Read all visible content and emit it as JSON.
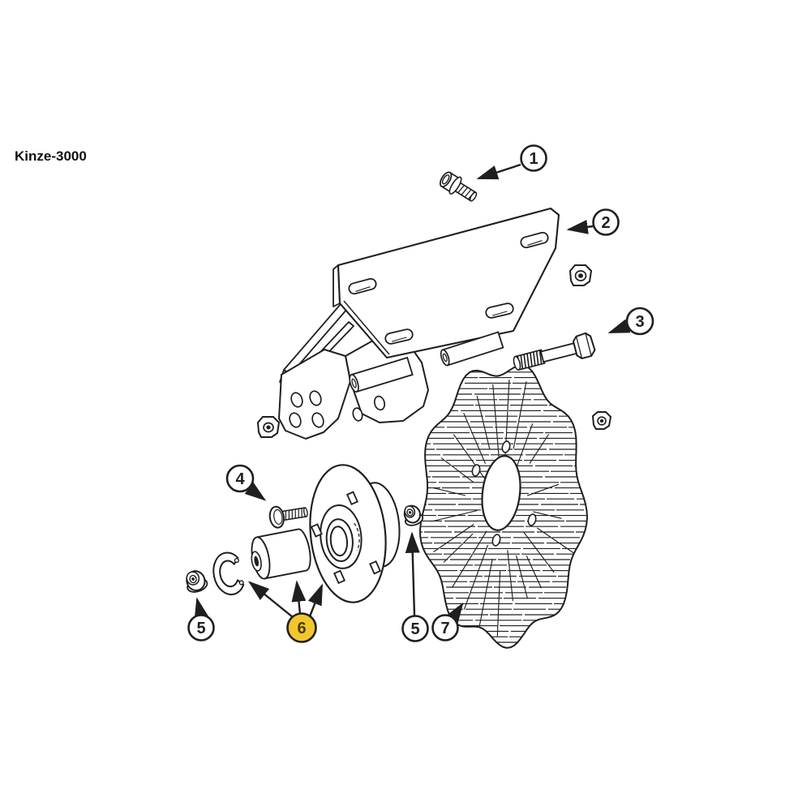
{
  "title": "Kinze-3000",
  "callouts": {
    "c1": {
      "label": "1",
      "highlighted": false
    },
    "c2": {
      "label": "2",
      "highlighted": false
    },
    "c3": {
      "label": "3",
      "highlighted": false
    },
    "c4": {
      "label": "4",
      "highlighted": false
    },
    "c5a": {
      "label": "5",
      "highlighted": false
    },
    "c5b": {
      "label": "5",
      "highlighted": false
    },
    "c6": {
      "label": "6",
      "highlighted": true
    },
    "c7": {
      "label": "7",
      "highlighted": false
    }
  },
  "colors": {
    "line": "#1f1f1f",
    "background": "#ffffff",
    "highlight": "#f2c72e",
    "highlight_text": "#4a3b07"
  }
}
